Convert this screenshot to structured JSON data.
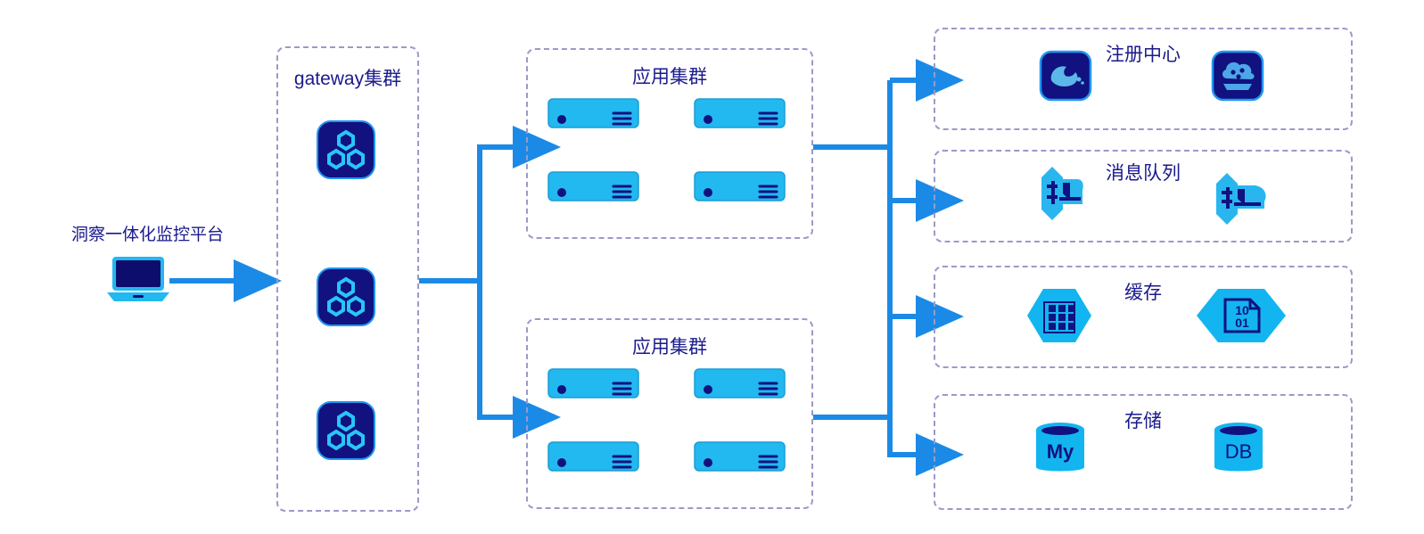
{
  "diagram": {
    "title_text": "洞察一体化监控平台",
    "accent_line": "#1b8ae6",
    "accent_fill": "#22b8f0",
    "navy": "#11117f",
    "dash_border": "#9a9ac9",
    "label_color": "#1a1a8c"
  },
  "source": {
    "label": "洞察一体化监控平台",
    "icon": "laptop-icon"
  },
  "gateway_group": {
    "title": "gateway集群",
    "nodes": [
      {
        "icon": "hexagon-cluster-icon",
        "name": "gateway-node-1"
      },
      {
        "icon": "hexagon-cluster-icon",
        "name": "gateway-node-2"
      },
      {
        "icon": "hexagon-cluster-icon",
        "name": "gateway-node-3"
      }
    ]
  },
  "app_groups": [
    {
      "title": "应用集群",
      "servers": [
        {
          "icon": "server-icon",
          "name": "app-server-1"
        },
        {
          "icon": "server-icon",
          "name": "app-server-2"
        },
        {
          "icon": "server-icon",
          "name": "app-server-3"
        },
        {
          "icon": "server-icon",
          "name": "app-server-4"
        }
      ]
    },
    {
      "title": "应用集群",
      "servers": [
        {
          "icon": "server-icon",
          "name": "app-server-5"
        },
        {
          "icon": "server-icon",
          "name": "app-server-6"
        },
        {
          "icon": "server-icon",
          "name": "app-server-7"
        },
        {
          "icon": "server-icon",
          "name": "app-server-8"
        }
      ]
    }
  ],
  "service_groups": [
    {
      "title": "注册中心",
      "icons": [
        {
          "icon": "zookeeper-icon",
          "name": "registry-zookeeper-icon"
        },
        {
          "icon": "nacos-cloud-icon",
          "name": "registry-nacos-icon"
        }
      ]
    },
    {
      "title": "消息队列",
      "icons": [
        {
          "icon": "rocketmq-icon",
          "name": "mq-rocketmq-icon"
        },
        {
          "icon": "rocketmq-icon",
          "name": "mq-rocketmq-icon-2"
        }
      ]
    },
    {
      "title": "缓存",
      "icons": [
        {
          "icon": "grid-hexagon-icon",
          "name": "cache-redis-icon"
        },
        {
          "icon": "binary-hexagon-icon",
          "name": "cache-binary-icon",
          "line1": "10",
          "line2": "01"
        }
      ]
    },
    {
      "title": "存储",
      "icons": [
        {
          "icon": "database-cylinder-icon",
          "name": "storage-mysql-icon",
          "text": "My"
        },
        {
          "icon": "database-cylinder-icon",
          "name": "storage-db-icon",
          "text": "DB"
        }
      ]
    }
  ]
}
